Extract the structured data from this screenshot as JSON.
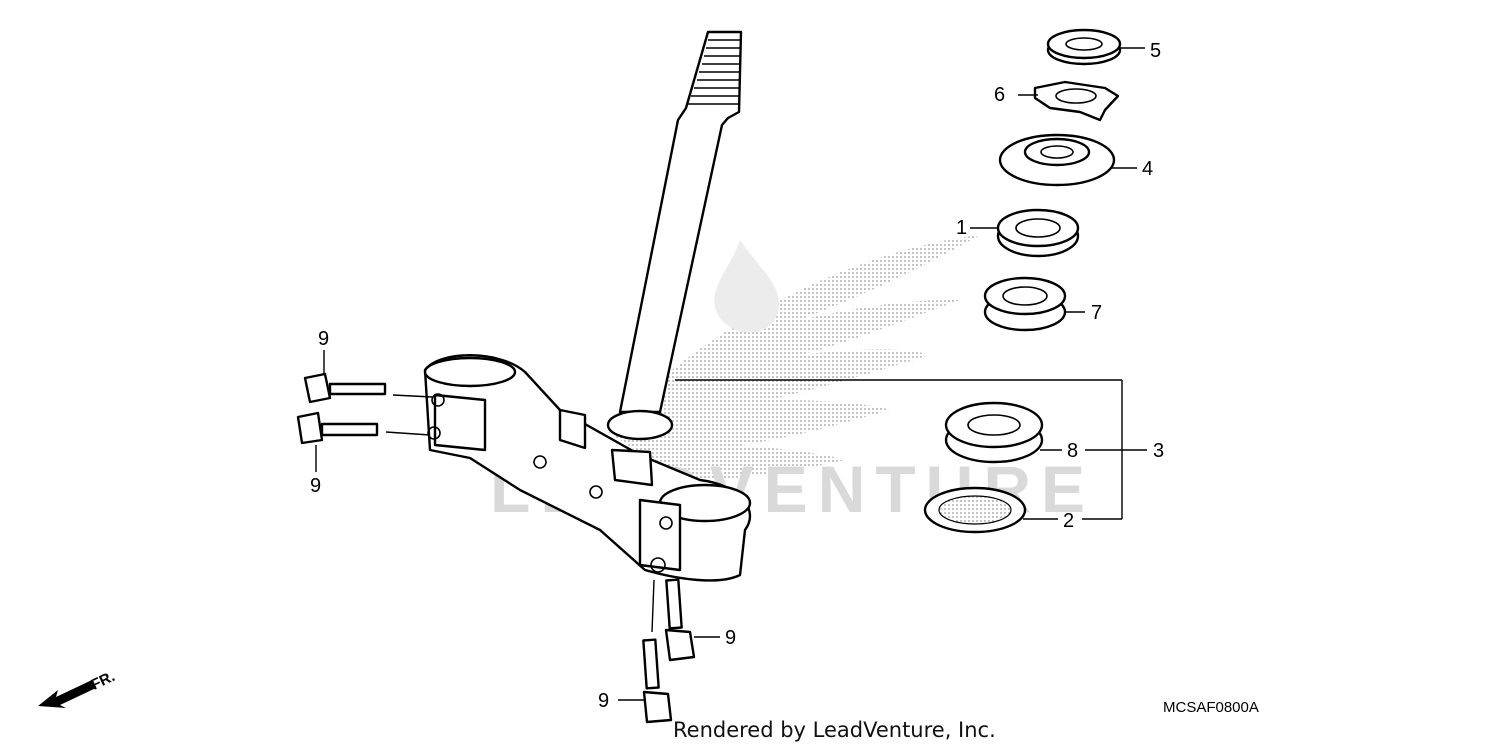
{
  "diagram": {
    "code": "MCSAF0800A",
    "credit": "Rendered by LeadVenture, Inc.",
    "watermark_text": "LEADVENTURE",
    "direction_label": "FR.",
    "callouts": [
      "1",
      "2",
      "3",
      "4",
      "5",
      "6",
      "7",
      "8",
      "9",
      "9",
      "9",
      "9"
    ],
    "colors": {
      "line": "#000000",
      "watermark": "#d9d9d9",
      "background": "#ffffff"
    },
    "icons": [
      "front-direction-arrow-icon",
      "honda-wing-watermark"
    ]
  }
}
